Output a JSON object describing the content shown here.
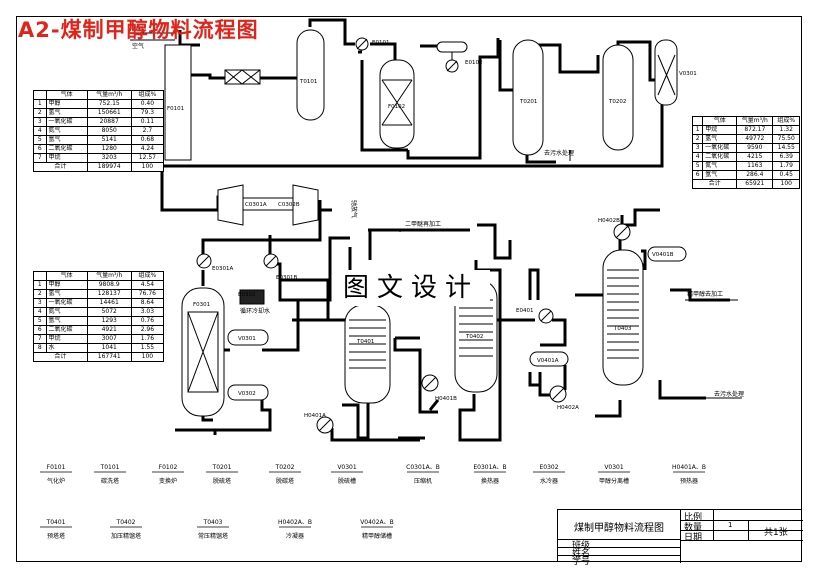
{
  "title": "A2-煤制甲醇物料流程图",
  "watermark": "图文设计",
  "equipment_tags": {
    "F0101": "F0101",
    "T0101": "T0101",
    "E0101": "E0101",
    "F0102": "F0102",
    "E0102": "E0102",
    "T0201": "T0201",
    "T0202": "T0202",
    "V0301": "V0301",
    "C0301A": "C0301A",
    "C0302B": "C0302B",
    "E0301A": "E0301A",
    "E0301B": "E0301B",
    "F0301": "F0301",
    "E0302": "E0302",
    "V0301b": "V0301",
    "V0302": "V0302",
    "T0401": "T0401",
    "T0402": "T0402",
    "T0403": "T0403",
    "E0401": "E0401",
    "H0402B": "H0402B",
    "V0401B": "V0401B",
    "V0401A": "V0401A",
    "H0402A": "H0402A",
    "H0401A": "H0401A",
    "H0401B": "H0401B"
  },
  "stream_labels": {
    "coal_in": "原料",
    "air_in": "空气",
    "sewage1": "去污水处理",
    "dme_out": "二甲醚再加工",
    "methanol_out": "精甲醇去加工",
    "sewage2": "去污水处理",
    "vent": "驰放气",
    "cooling_water": "循环冷却水"
  },
  "table1": {
    "headers": [
      "气体",
      "气量m³/h",
      "组成%"
    ],
    "rows": [
      [
        "1",
        "甲醇",
        "752.15",
        "0.40"
      ],
      [
        "2",
        "氢气",
        "150661",
        "79.3"
      ],
      [
        "3",
        "一氧化碳",
        "20887",
        "0.11"
      ],
      [
        "4",
        "氮气",
        "8050",
        "2.7"
      ],
      [
        "5",
        "氩气",
        "5141",
        "0.68"
      ],
      [
        "6",
        "二氧化碳",
        "1280",
        "4.24"
      ],
      [
        "7",
        "甲烷",
        "3203",
        "12.57"
      ]
    ],
    "total_label": "合计",
    "total_value": "189974",
    "total_pct": "100"
  },
  "table2": {
    "headers": [
      "气体",
      "气量m³/h",
      "组成%"
    ],
    "rows": [
      [
        "1",
        "甲烷",
        "872.17",
        "1.32"
      ],
      [
        "2",
        "氢气",
        "49772",
        "75.50"
      ],
      [
        "3",
        "一氧化碳",
        "9590",
        "14.55"
      ],
      [
        "4",
        "二氧化碳",
        "4215",
        "6.39"
      ],
      [
        "5",
        "氮气",
        "1163",
        "1.79"
      ],
      [
        "6",
        "氩气",
        "286.4",
        "0.45"
      ]
    ],
    "total_label": "合计",
    "total_value": "65921",
    "total_pct": "100"
  },
  "table3": {
    "headers": [
      "气体",
      "气量m³/h",
      "组成%"
    ],
    "rows": [
      [
        "1",
        "甲醇",
        "9808.9",
        "4.54"
      ],
      [
        "2",
        "氢气",
        "128137",
        "76.76"
      ],
      [
        "3",
        "一氧化碳",
        "14461",
        "8.64"
      ],
      [
        "4",
        "氮气",
        "5072",
        "3.03"
      ],
      [
        "5",
        "氩气",
        "1293",
        "0.76"
      ],
      [
        "6",
        "二氧化碳",
        "4921",
        "2.96"
      ],
      [
        "7",
        "甲烷",
        "3007",
        "1.76"
      ],
      [
        "8",
        "水",
        "1041",
        "1.55"
      ]
    ],
    "total_label": "合计",
    "total_value": "167741",
    "total_pct": "100"
  },
  "legend_row1": [
    {
      "tag": "F0101",
      "name": "气化炉"
    },
    {
      "tag": "T0101",
      "name": "碳洗塔"
    },
    {
      "tag": "F0102",
      "name": "变换炉"
    },
    {
      "tag": "T0201",
      "name": "脱硫塔"
    },
    {
      "tag": "T0202",
      "name": "脱碳塔"
    },
    {
      "tag": "V0301",
      "name": "脱硫槽"
    },
    {
      "tag": "C0301A、B",
      "name": "压缩机"
    },
    {
      "tag": "E0301A、B",
      "name": "换热器"
    },
    {
      "tag": "E0302",
      "name": "水冷器"
    },
    {
      "tag": "V0301",
      "name": "甲醇分离槽"
    },
    {
      "tag": "H0401A、B",
      "name": "预热器"
    }
  ],
  "legend_row2": [
    {
      "tag": "T0401",
      "name": "预塔塔"
    },
    {
      "tag": "T0402",
      "name": "加压精馏塔"
    },
    {
      "tag": "T0403",
      "name": "常压精馏塔"
    },
    {
      "tag": "H0402A、B",
      "name": "冷凝器"
    },
    {
      "tag": "V0402A、B",
      "name": "精甲醇储槽"
    }
  ],
  "title_block": {
    "drawing_name": "煤制甲醇物料流程图",
    "scale_label": "比例",
    "qty_label": "数量",
    "qty_value": "1",
    "sheets": "共1张",
    "date_label": "日期",
    "class_label": "班级",
    "name_label": "姓名",
    "id_label": "学号"
  }
}
